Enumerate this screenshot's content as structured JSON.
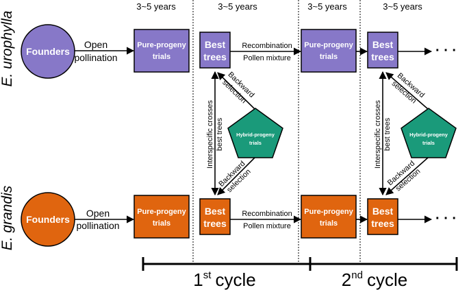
{
  "colors": {
    "urophylla": "#8778c8",
    "grandis": "#e0650f",
    "hybrid": "#1a9a7a",
    "stroke": "#000000"
  },
  "header": {
    "duration_1": "3~5 years",
    "duration_2": "3~5 years",
    "duration_3": "3~5 years",
    "duration_4": "3~5 years"
  },
  "species": {
    "top": "E. urophylla",
    "bottom": "E. grandis"
  },
  "top_row": {
    "founders": "Founders",
    "open_pollination_1": "Open",
    "open_pollination_2": "pollination",
    "pure_trials_1_a": "Pure-progeny",
    "pure_trials_1_b": "trials",
    "best_trees_1_a": "Best",
    "best_trees_1_b": "trees",
    "recombination": "Recombination",
    "pollen_mixture": "Pollen mixture",
    "pure_trials_2_a": "Pure-progeny",
    "pure_trials_2_b": "trials",
    "best_trees_2_a": "Best",
    "best_trees_2_b": "trees",
    "continuation": "· · ·"
  },
  "bottom_row": {
    "founders": "Founders",
    "open_pollination_1": "Open",
    "open_pollination_2": "pollination",
    "pure_trials_1_a": "Pure-progeny",
    "pure_trials_1_b": "trials",
    "best_trees_1_a": "Best",
    "best_trees_1_b": "trees",
    "recombination": "Recombination",
    "pollen_mixture": "Pollen mixture",
    "pure_trials_2_a": "Pure-progeny",
    "pure_trials_2_b": "trials",
    "best_trees_2_a": "Best",
    "best_trees_2_b": "trees",
    "continuation": "· · ·"
  },
  "hybrid": {
    "label_1_a": "Hybrid-progeny",
    "label_1_b": "trials",
    "label_2_a": "Hybrid-progeny",
    "label_2_b": "trials",
    "interspecific_1_a": "Interspecific crosses",
    "interspecific_1_b": "best trees",
    "interspecific_2_a": "Interspecific crosses",
    "interspecific_2_b": "best trees",
    "backward_top_1_a": "Backward",
    "backward_top_1_b": "selection",
    "backward_bottom_1_a": "Backward",
    "backward_bottom_1_b": "selection",
    "backward_top_2_a": "Backward",
    "backward_top_2_b": "selection",
    "backward_bottom_2_a": "Backward",
    "backward_bottom_2_b": "selection"
  },
  "cycles": {
    "first_num": "1",
    "first_sup": "st",
    "first_word": "cycle",
    "second_num": "2",
    "second_sup": "nd",
    "second_word": "cycle"
  }
}
